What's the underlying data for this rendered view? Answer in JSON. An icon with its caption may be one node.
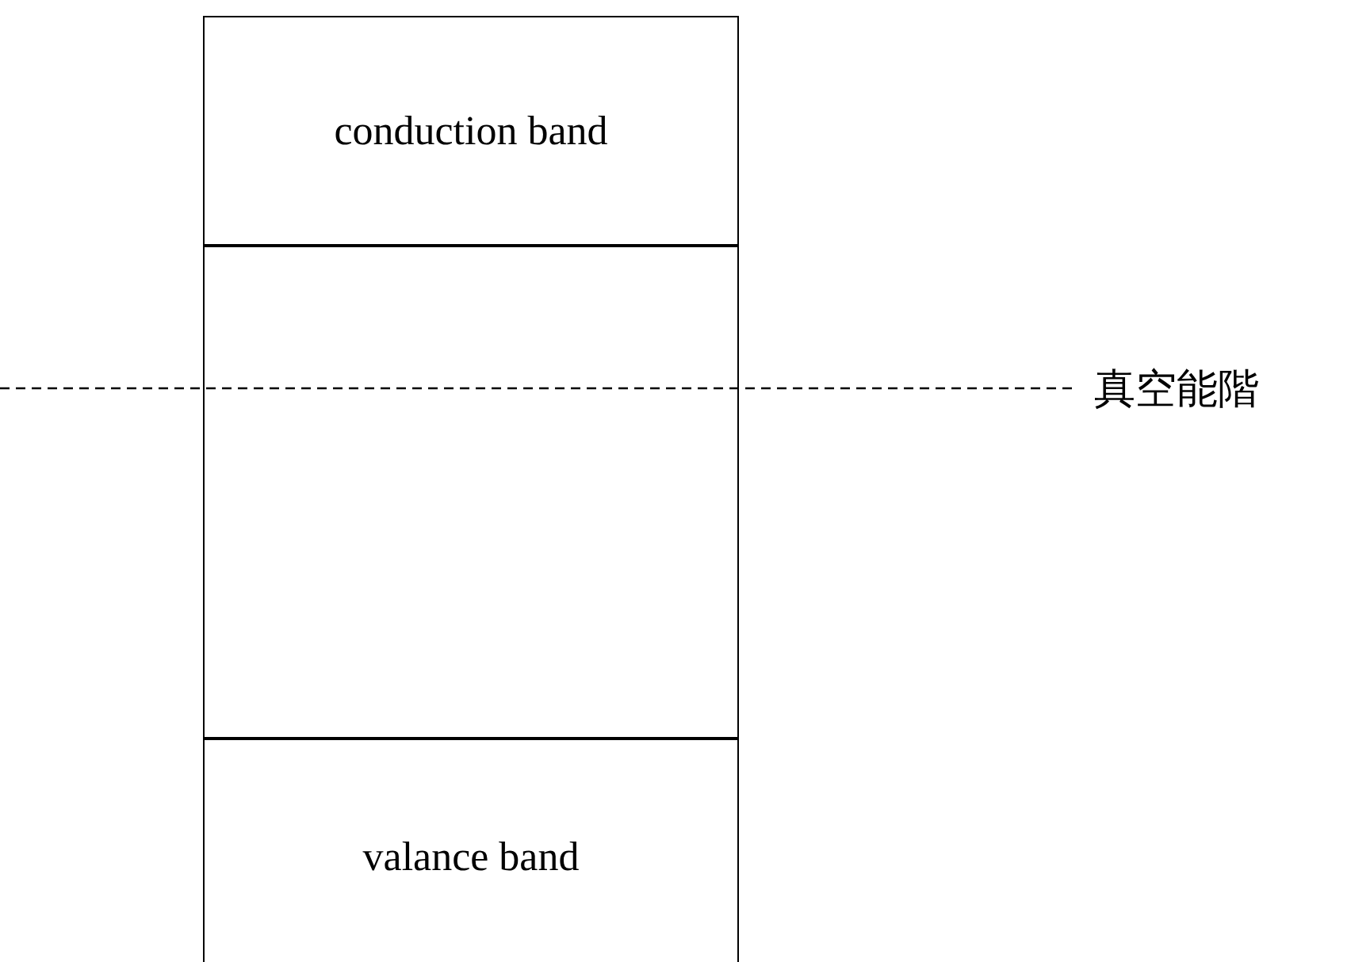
{
  "diagram": {
    "nodes": [
      {
        "text": [
          "conduction band"
        ]
      },
      {
        "text": [],
        "shape": "box"
      },
      {
        "text": [
          "valance band"
        ]
      }
    ],
    "labels": [
      "真空能階"
    ]
  }
}
